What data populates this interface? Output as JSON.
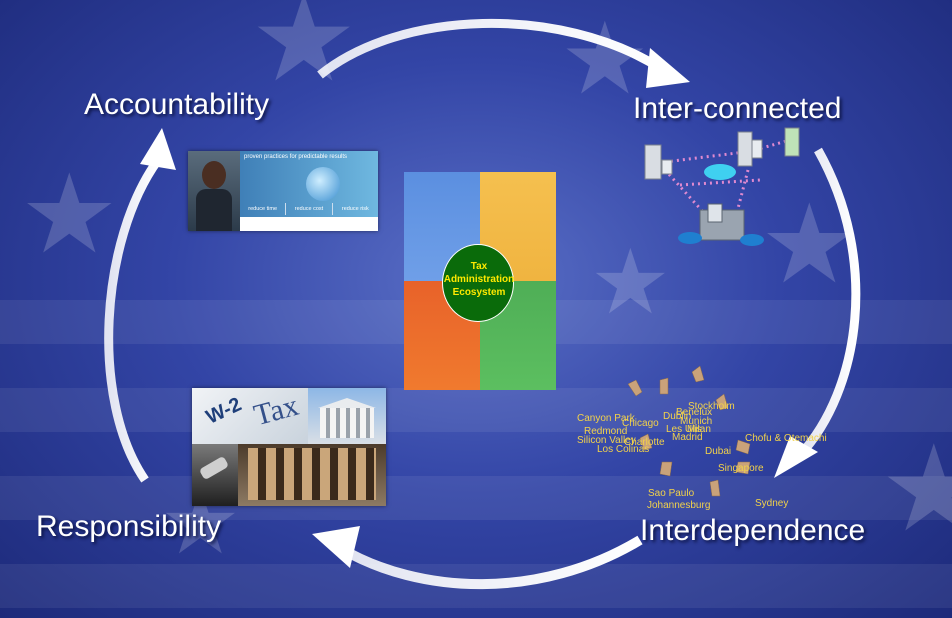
{
  "cycle": {
    "accountability": "Accountability",
    "inter_connected": "Inter-connected",
    "interdependence": "Interdependence",
    "responsibility": "Responsibility"
  },
  "hub": {
    "line1": "Tax",
    "line2": "Administration",
    "line3": "Ecosystem",
    "colors": {
      "top_left": "#5b8fe0",
      "top_right": "#f5c04f",
      "bottom_left": "#e8622a",
      "bottom_right": "#4fae56",
      "center": "#0a6b0a"
    }
  },
  "accountability_banner": {
    "headline": "proven practices for predictable results",
    "tabs": [
      "reduce time",
      "reduce cost",
      "reduce risk"
    ]
  },
  "responsibility_collage": {
    "form_label": "W-2",
    "tax_word": "Tax"
  },
  "interdependence_map": {
    "cities": [
      "Canyon Park",
      "Chicago",
      "Redmond",
      "Silicon Valley",
      "Charlotte",
      "Los Colinas",
      "Dublin",
      "Benelux",
      "Munich",
      "Stockholm",
      "Les Ulis",
      "Milan",
      "Madrid",
      "Dubai",
      "Chofu & Otemachi",
      "Singapore",
      "Sao Paulo",
      "Johannesburg",
      "Sydney"
    ]
  }
}
